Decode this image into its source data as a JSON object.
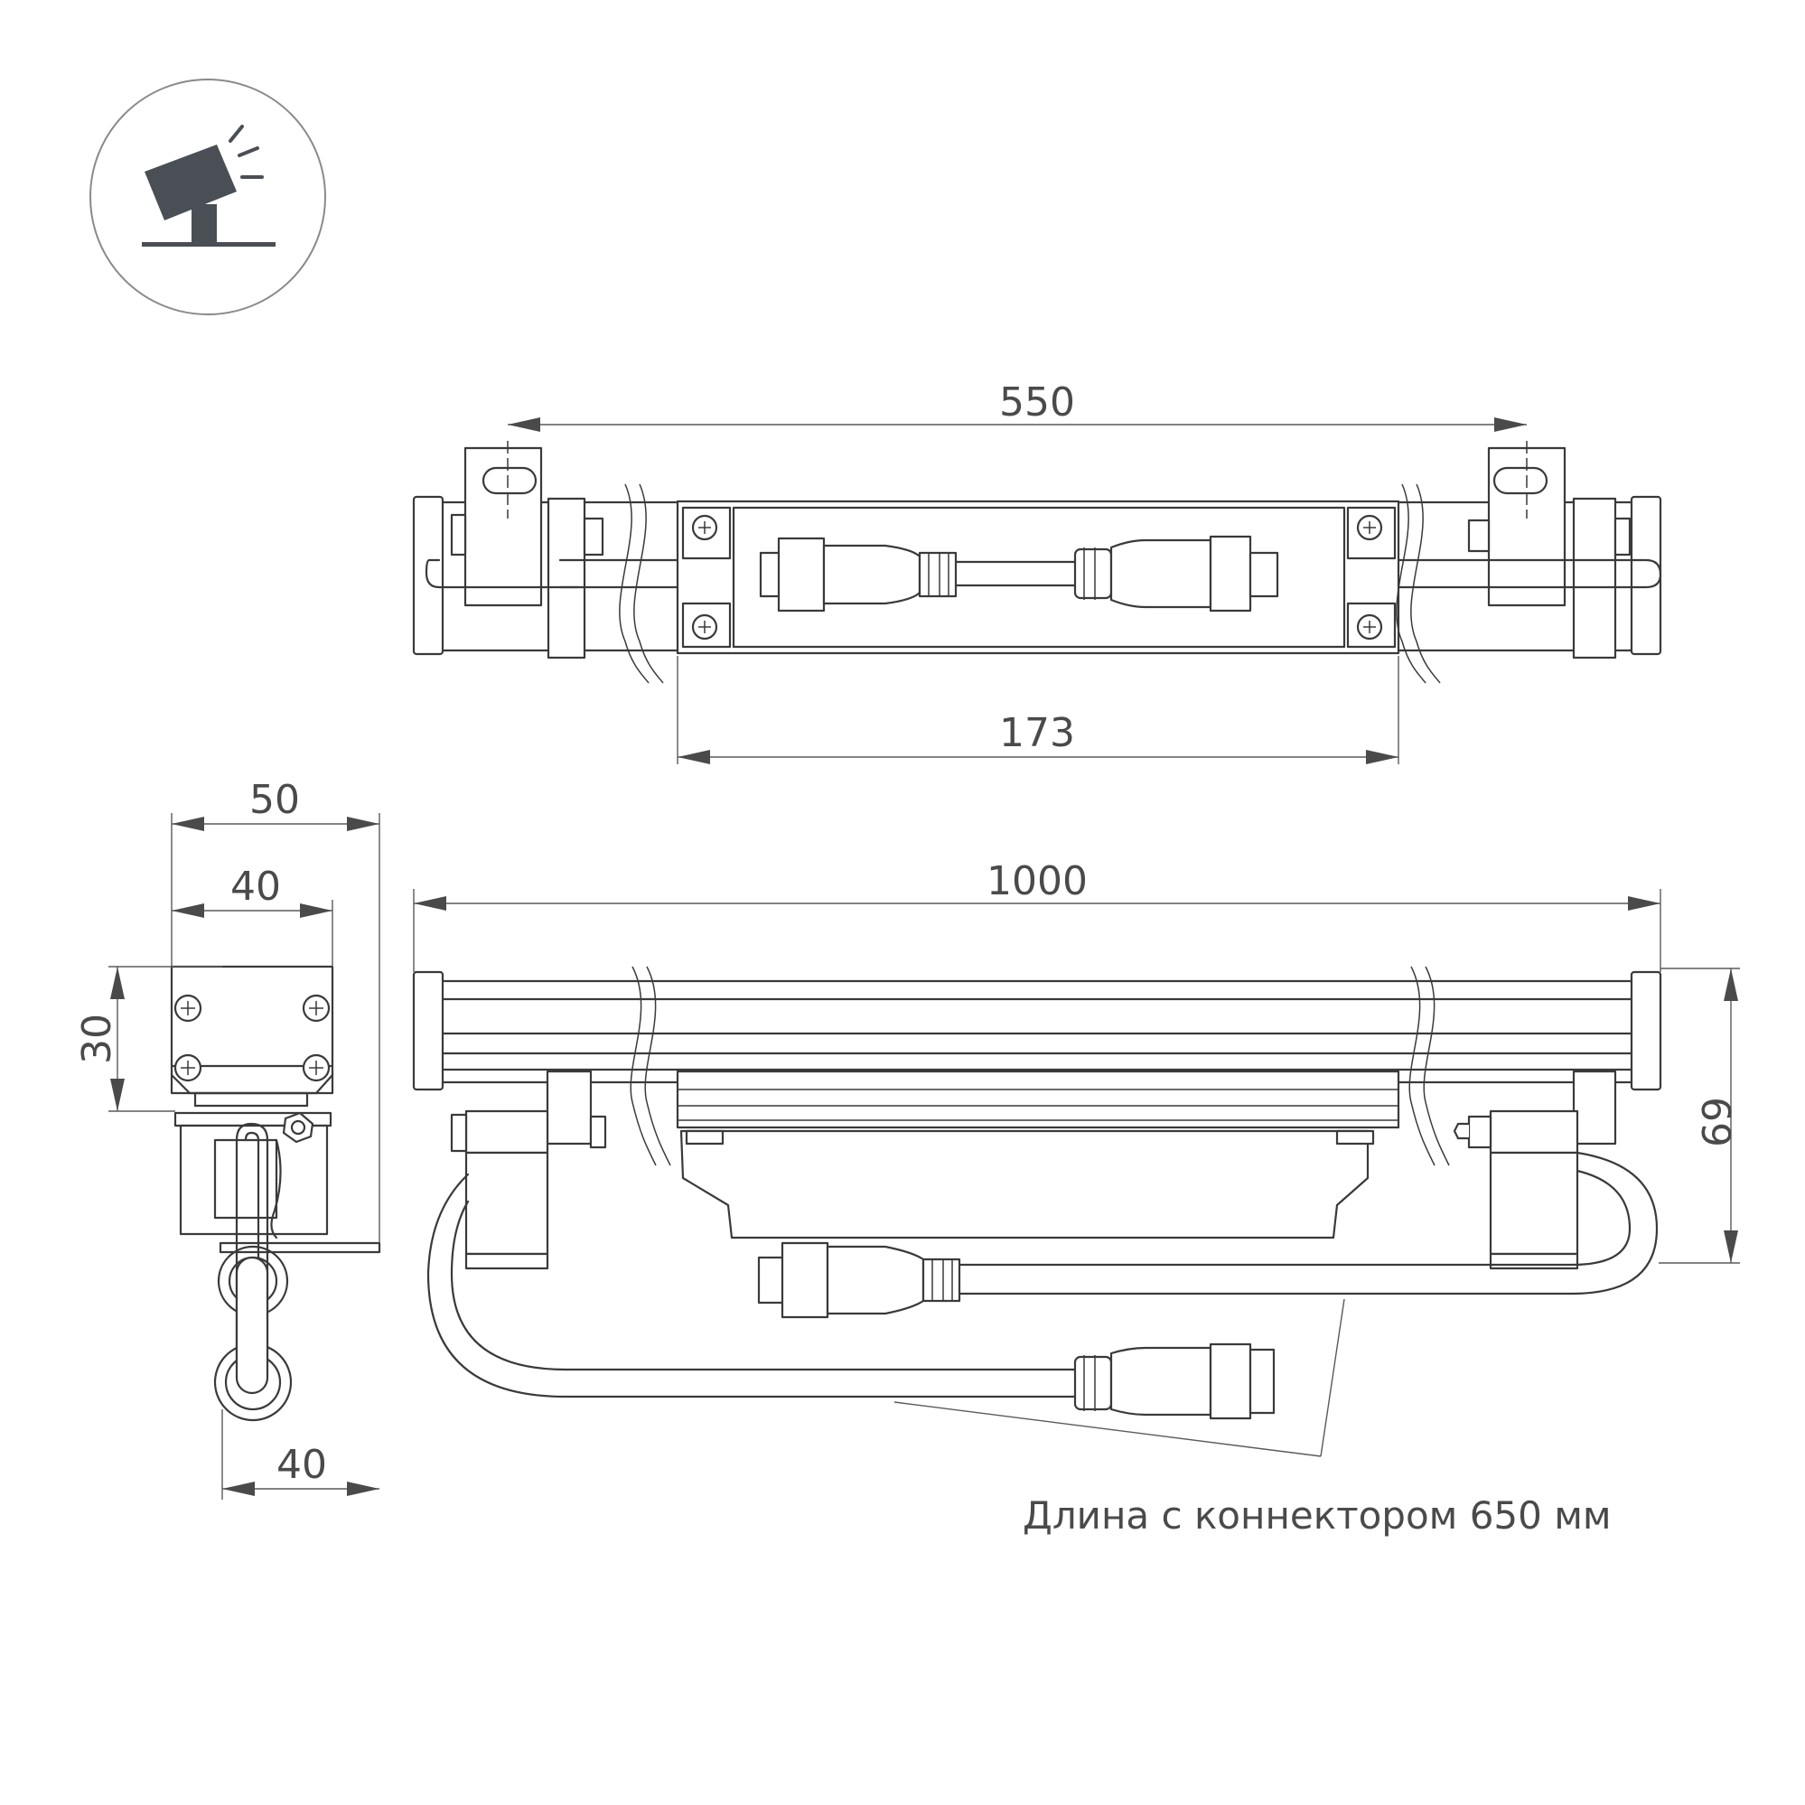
{
  "dimensions": {
    "top_mount_spacing": "550",
    "top_body_length": "173",
    "side_width_total": "50",
    "side_width_inner": "40",
    "side_height": "30",
    "side_bottom_width": "40",
    "front_length": "1000",
    "front_height": "69"
  },
  "note": "Длина с коннектором 650 мм",
  "icon": {
    "name": "wall-mount-spotlight-icon",
    "color": "#4a4f55"
  },
  "colors": {
    "line": "#3a3a3a",
    "dimension": "#4a4a4a"
  }
}
